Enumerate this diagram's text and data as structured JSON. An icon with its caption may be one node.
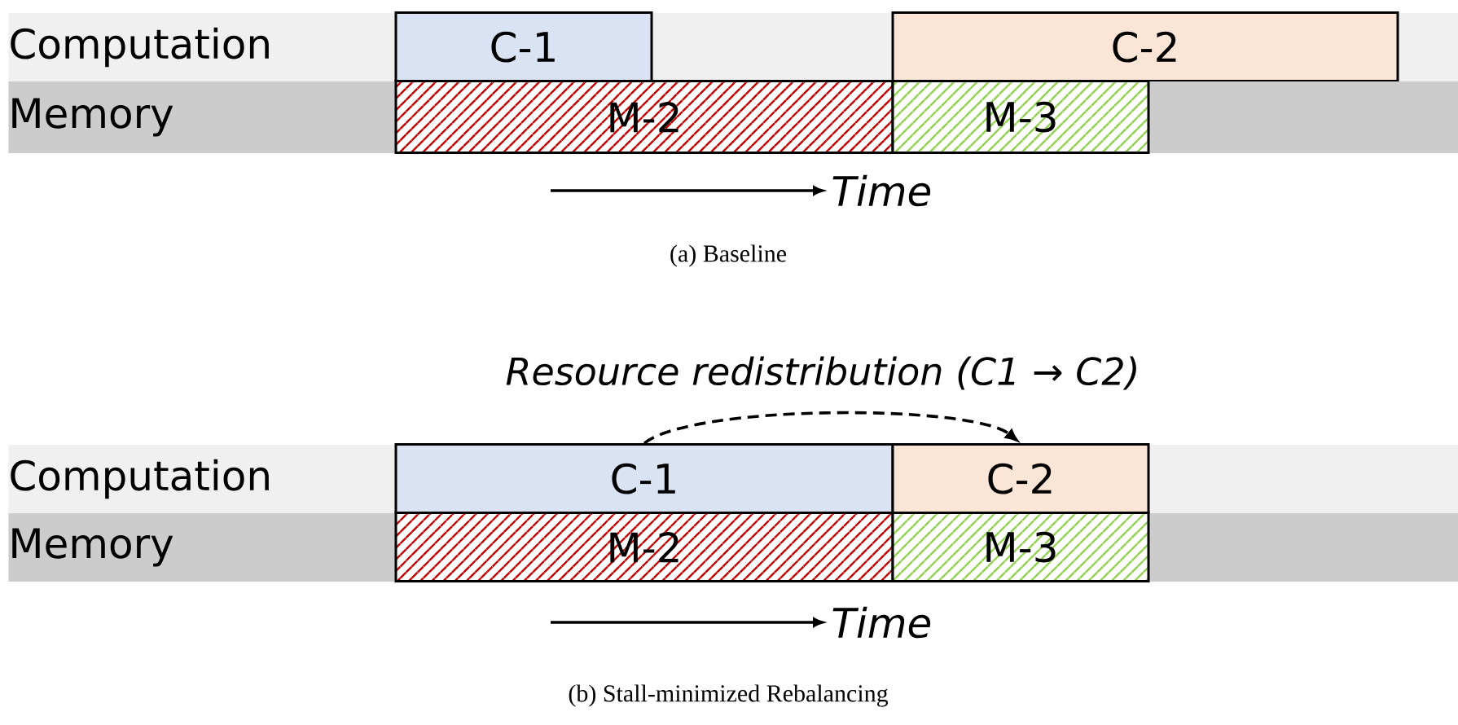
{
  "diagram": {
    "nodes": [
      {
        "text": [
          "Computation"
        ]
      },
      {
        "text": [
          "C-1"
        ],
        "in": 0
      },
      {
        "text": [
          "C-2"
        ],
        "in": 0
      },
      {
        "text": [
          "Memory"
        ]
      },
      {
        "text": [
          "M-2"
        ],
        "in": 3
      },
      {
        "text": [
          "M-3"
        ],
        "in": 3
      },
      {
        "text": [
          "Computation"
        ]
      },
      {
        "text": [
          "C-1"
        ],
        "in": 6
      },
      {
        "text": [
          "C-2"
        ],
        "in": 6
      },
      {
        "text": [
          "Memory"
        ]
      },
      {
        "text": [
          "M-2"
        ],
        "in": 9
      },
      {
        "text": [
          "M-3"
        ],
        "in": 9
      }
    ],
    "edges": [
      {
        "from": 7,
        "to": 8,
        "arrow": "to",
        "style": "dashed",
        "label": "Resource redistribution (C1 → C2)"
      }
    ],
    "labels": [
      "Time",
      "(a) Baseline",
      "Time",
      "(b) Stall-minimized Rebalancing"
    ]
  }
}
